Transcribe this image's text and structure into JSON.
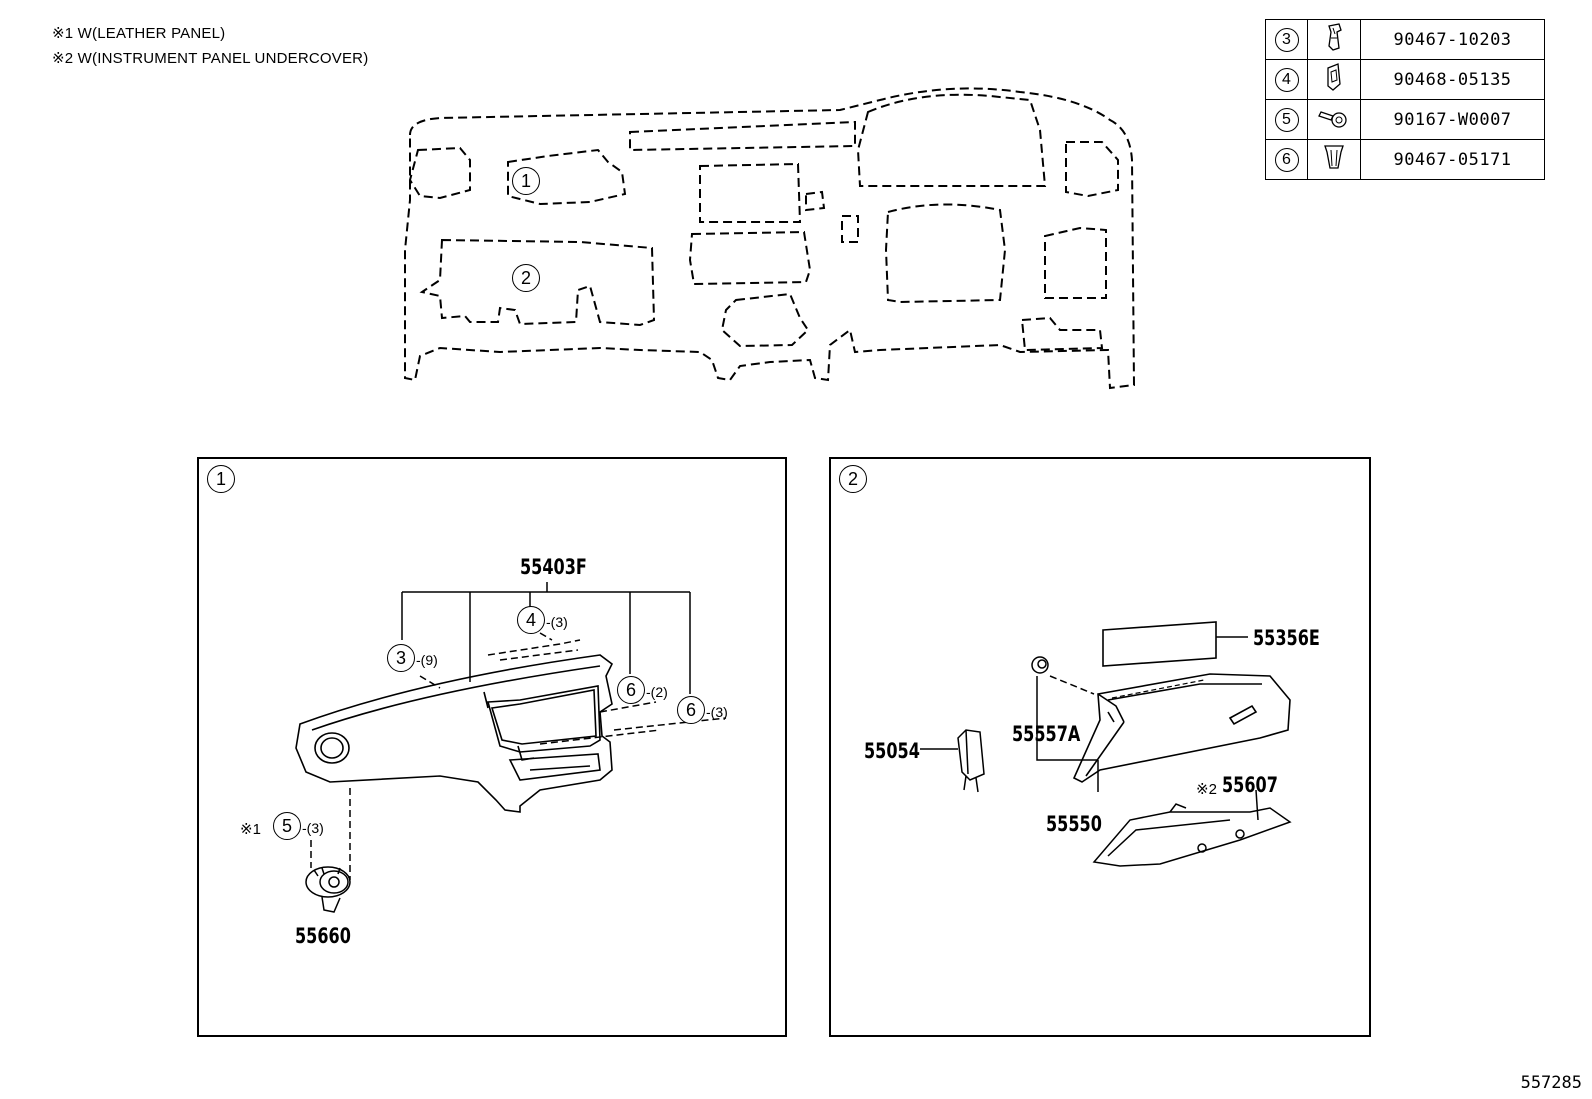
{
  "notes": {
    "note1": "※1 W(LEATHER PANEL)",
    "note2": "※2 W(INSTRUMENT PANEL UNDERCOVER)"
  },
  "parts_table": [
    {
      "ref": "3",
      "part_no": "90467-10203"
    },
    {
      "ref": "4",
      "part_no": "90468-05135"
    },
    {
      "ref": "5",
      "part_no": "90167-W0007"
    },
    {
      "ref": "6",
      "part_no": "90467-05171"
    }
  ],
  "overview": {
    "region1": "1",
    "region2": "2"
  },
  "panel1": {
    "tag": "1",
    "labels": {
      "main": "55403F",
      "speaker": "55660",
      "c3": "3",
      "c3_qty": "-(9)",
      "c4": "4",
      "c4_qty": "-(3)",
      "c6a": "6",
      "c6a_qty": "-(2)",
      "c6b": "6",
      "c6b_qty": "-(3)",
      "c5_note": "※1",
      "c5": "5",
      "c5_qty": "-(3)"
    }
  },
  "panel2": {
    "tag": "2",
    "labels": {
      "pad": "55356E",
      "damper": "55054",
      "stopper": "55557A",
      "box": "55550",
      "under_note": "※2",
      "under": "55607"
    }
  },
  "diagram_id": "557285"
}
